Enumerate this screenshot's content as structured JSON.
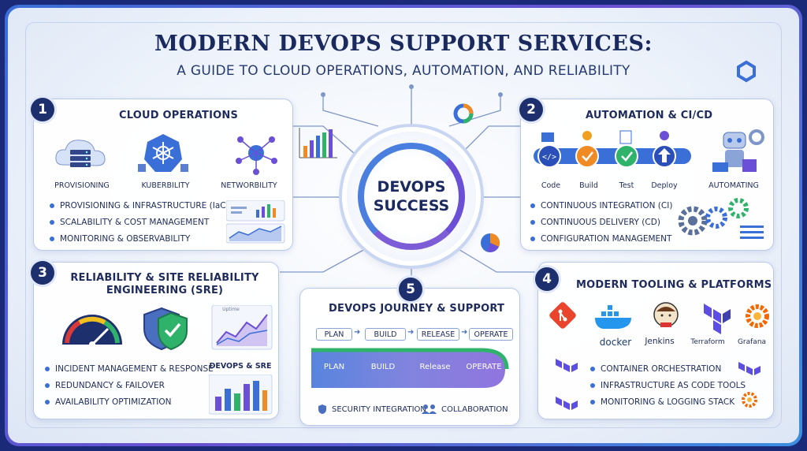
{
  "header": {
    "title": "MODERN DEVOPS SUPPORT SERVICES:",
    "subtitle": "A GUIDE TO CLOUD OPERATIONS, AUTOMATION, AND RELIABILITY"
  },
  "center": {
    "line1": "DEVOPS",
    "line2": "SUCCESS"
  },
  "panels": {
    "cloud": {
      "number": "1",
      "title": "CLOUD OPERATIONS",
      "icons": [
        "PROVISIONING",
        "KUBERBILITY",
        "NETWORBILITY"
      ],
      "bullets": [
        "PROVISIONING & INFRASTRUCTURE (IaC)",
        "SCALABILITY & COST MANAGEMENT",
        "MONITORING & OBSERVABILITY"
      ]
    },
    "automation": {
      "number": "2",
      "title": "AUTOMATION & CI/CD",
      "steps": [
        "Code",
        "Build",
        "Test",
        "Deploy"
      ],
      "robot_label": "AUTOMATING",
      "bullets": [
        "CONTINUOUS INTEGRATION (CI)",
        "CONTINUOUS DELIVERY (CD)",
        "CONFIGURATION MANAGEMENT"
      ]
    },
    "reliability": {
      "number": "3",
      "title_line1": "RELIABILITY & SITE RELIABILITY",
      "title_line2": "ENGINEERING (SRE)",
      "chart_label": "DEVOPS & SRE",
      "mini_chart_label": "Uptime",
      "bullets": [
        "INCIDENT MANAGEMENT & RESPONSE",
        "REDUNDANCY & FAILOVER",
        "AVAILABILITY OPTIMIZATION"
      ]
    },
    "tooling": {
      "number": "4",
      "title": "MODERN TOOLING & PLATFORMS",
      "logos": [
        "docker",
        "Jenkins",
        "Terraform",
        "Grafana"
      ],
      "bullets": [
        "CONTAINER ORCHESTRATION",
        "INFRASTRUCTURE AS CODE TOOLS",
        "MONITORING & LOGGING STACK"
      ]
    },
    "journey": {
      "number": "5",
      "title": "DEVOPS JOURNEY & SUPPORT",
      "stages": [
        "PLAN",
        "BUILD",
        "RELEASE",
        "OPERATE"
      ],
      "band_stages": [
        "PLAN",
        "BUILD",
        "Release",
        "OPERATE"
      ],
      "footer": [
        "SECURITY INTEGRATION",
        "COLLABORATION"
      ]
    }
  },
  "colors": {
    "navy": "#1e2f6e",
    "accent_blue": "#3b6fd8",
    "accent_purple": "#6b4fd6",
    "green": "#2fb36b",
    "orange": "#f08a24"
  }
}
